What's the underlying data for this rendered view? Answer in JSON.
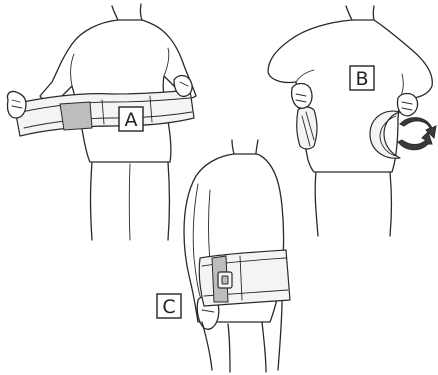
{
  "steps": [
    {
      "id": "A",
      "label": "A"
    },
    {
      "id": "B",
      "label": "B"
    },
    {
      "id": "C",
      "label": "C"
    }
  ]
}
